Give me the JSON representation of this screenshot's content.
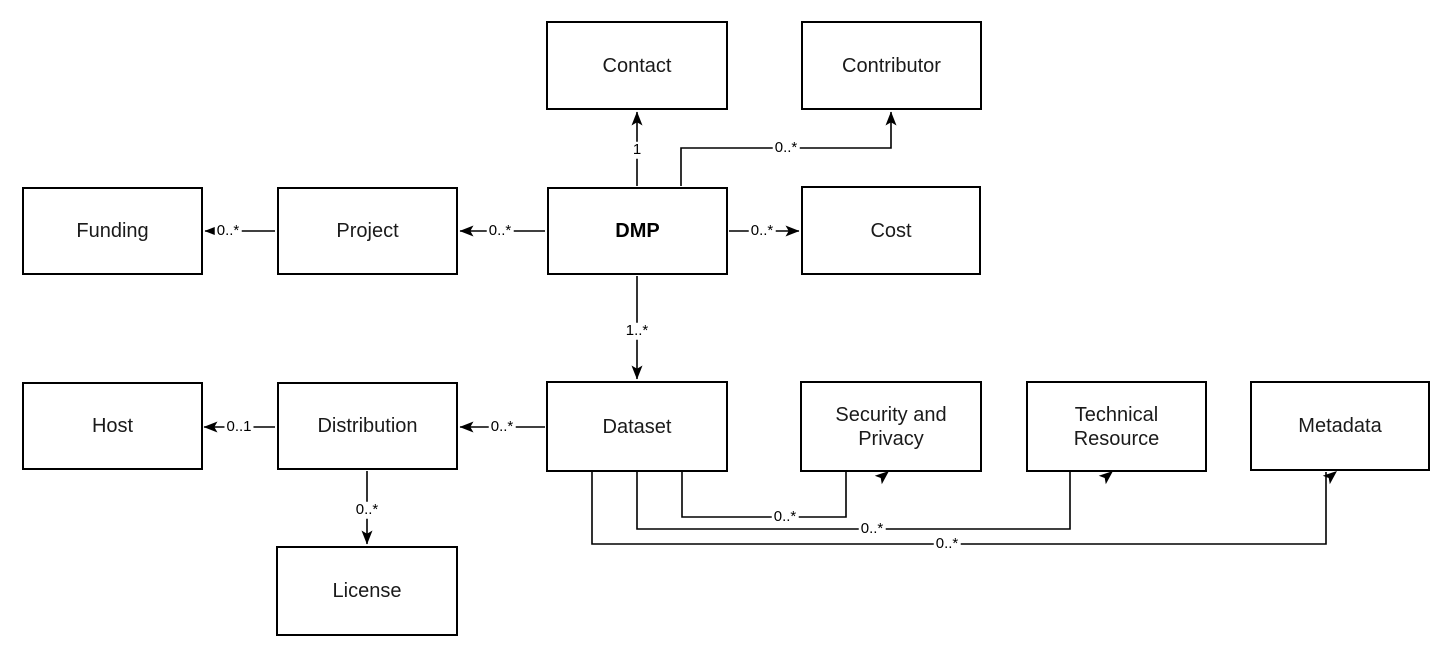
{
  "diagram": {
    "background_color": "#ffffff",
    "node_border_color": "#000000",
    "node_fill_color": "#ffffff",
    "edge_color": "#000000",
    "nodes": [
      {
        "id": "contact",
        "label": "Contact"
      },
      {
        "id": "contributor",
        "label": "Contributor"
      },
      {
        "id": "funding",
        "label": "Funding"
      },
      {
        "id": "project",
        "label": "Project"
      },
      {
        "id": "dmp",
        "label": "DMP",
        "bold": true
      },
      {
        "id": "cost",
        "label": "Cost"
      },
      {
        "id": "host",
        "label": "Host"
      },
      {
        "id": "distribution",
        "label": "Distribution"
      },
      {
        "id": "dataset",
        "label": "Dataset"
      },
      {
        "id": "security",
        "label": "Security and Privacy"
      },
      {
        "id": "technical",
        "label": "Technical Resource"
      },
      {
        "id": "metadata",
        "label": "Metadata"
      },
      {
        "id": "license",
        "label": "License"
      }
    ],
    "edges": [
      {
        "from": "DMP",
        "to": "Contact",
        "label": "1"
      },
      {
        "from": "DMP",
        "to": "Contributor",
        "label": "0..*"
      },
      {
        "from": "DMP",
        "to": "Project",
        "label": "0..*"
      },
      {
        "from": "Project",
        "to": "Funding",
        "label": "0..*"
      },
      {
        "from": "DMP",
        "to": "Cost",
        "label": "0..*"
      },
      {
        "from": "DMP",
        "to": "Dataset",
        "label": "1..*"
      },
      {
        "from": "Dataset",
        "to": "Distribution",
        "label": "0..*"
      },
      {
        "from": "Distribution",
        "to": "Host",
        "label": "0..1"
      },
      {
        "from": "Distribution",
        "to": "License",
        "label": "0..*"
      },
      {
        "from": "Dataset",
        "to": "Security and Privacy",
        "label": "0..*"
      },
      {
        "from": "Dataset",
        "to": "Technical Resource",
        "label": "0..*"
      },
      {
        "from": "Dataset",
        "to": "Metadata",
        "label": "0..*"
      }
    ]
  }
}
